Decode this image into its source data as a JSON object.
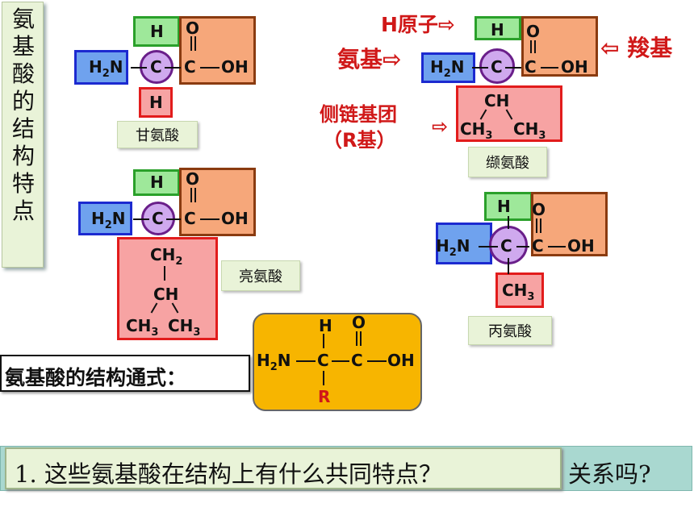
{
  "title_vertical": "氨基酸的结构特点",
  "atoms": {
    "H": "H",
    "C": "C",
    "O": "O",
    "OH": "OH",
    "N": "N",
    "R": "R"
  },
  "side_chains": {
    "ch": "CH",
    "ch2": "CH",
    "ch3": "CH"
  },
  "labels": {
    "glycine": "甘氨酸",
    "valine": "缬氨酸",
    "leucine": "亮氨酸",
    "alanine": "丙氨酸"
  },
  "annotations": {
    "h_atom": "H原子⇨",
    "amino": "氨基⇨",
    "carboxyl": "⇦ 羧基",
    "side_chain_l1": "侧链基团",
    "side_chain_l2": "（R基）",
    "side_arrow": "⇨"
  },
  "general_formula_label": "氨基酸的结构通式：",
  "question": {
    "main": "1. 这些氨基酸在结构上有什么共同特点？",
    "overflow": "关系吗?"
  },
  "colors": {
    "h_box": "#9ee89a",
    "carboxyl_box": "#f6a77a",
    "amino_box": "#6fa2ee",
    "r_box": "#f7a3a3",
    "alpha_c": "#cfa9ee",
    "general_box": "#f7b500",
    "annotation": "#d01818"
  }
}
